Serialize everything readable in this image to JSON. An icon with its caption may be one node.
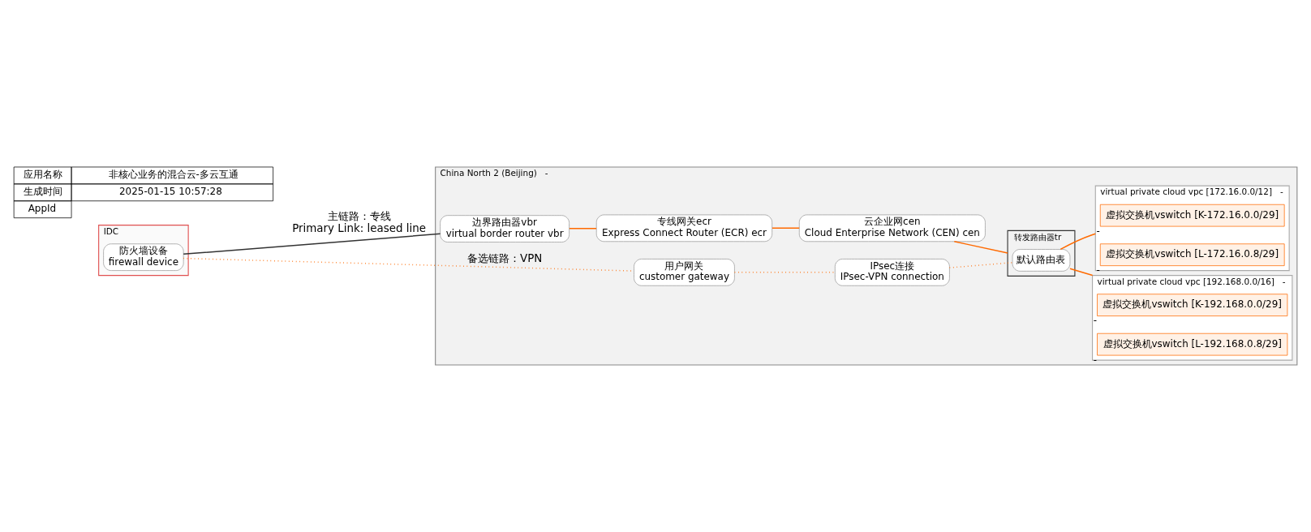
{
  "diagram": {
    "nodes": [
      {
        "text": [
          "IDC"
        ]
      },
      {
        "text": [
          "防火墙设备",
          "firewall device"
        ],
        "in": 0
      },
      {
        "text": [
          "China North 2 (Beijing)"
        ],
        "beside": [
          "-"
        ]
      },
      {
        "text": [
          "用户网关",
          "customer gateway"
        ],
        "in": 2
      },
      {
        "text": [
          "IPsec连接",
          "IPsec-VPN connection"
        ],
        "in": 2
      },
      {
        "text": [
          "转发路由器tr"
        ],
        "in": 2
      },
      {
        "text": [
          "默认路由表"
        ],
        "in": 5
      },
      {
        "text": [
          "边界路由器vbr",
          "virtual border router vbr"
        ],
        "in": 2
      },
      {
        "text": [
          "专线网关ecr",
          "Express Connect Router (ECR) ecr"
        ],
        "in": 2
      },
      {
        "text": [
          "云企业网cen",
          "Cloud Enterprise Network (CEN) cen"
        ],
        "in": 2
      },
      {
        "text": [
          "virtual private cloud vpc [192.168.0.0/16]"
        ],
        "in": 2,
        "beside": [
          "-"
        ]
      },
      {
        "text": [
          "虚拟交换机vswitch [K-192.168.0.0/29]"
        ],
        "in": 10,
        "beside": [
          "-"
        ]
      },
      {
        "text": [
          "虚拟交换机vswitch [L-192.168.0.8/29]"
        ],
        "in": 10,
        "beside": [
          "-"
        ]
      },
      {
        "text": [
          "virtual private cloud vpc [172.16.0.0/12]"
        ],
        "in": 2,
        "beside": [
          "-"
        ]
      },
      {
        "text": [
          "虚拟交换机vswitch [K-172.16.0.0/29]"
        ],
        "in": 13,
        "beside": [
          "-"
        ]
      },
      {
        "text": [
          "虚拟交换机vswitch [L-172.16.0.8/29]"
        ],
        "in": 13,
        "beside": [
          "-"
        ]
      }
    ],
    "edges": [
      {
        "from": 1,
        "to": 3,
        "arrow": "none",
        "label": "备选链路：VPN",
        "style": "dashed"
      },
      {
        "from": 3,
        "to": 4,
        "arrow": "none",
        "style": "dashed"
      },
      {
        "from": 4,
        "to": 6,
        "arrow": "none",
        "style": "dashed"
      },
      {
        "from": 1,
        "to": 7,
        "arrow": "none",
        "label": "主链路：专线 Primary Link: leased line",
        "color": "#333333"
      },
      {
        "from": 7,
        "to": 8,
        "arrow": "none"
      },
      {
        "from": 8,
        "to": 9,
        "arrow": "none"
      },
      {
        "from": 9,
        "to": 5,
        "arrow": "none"
      },
      {
        "from": 6,
        "to": 10,
        "arrow": "none"
      },
      {
        "from": 6,
        "to": 13,
        "arrow": "none"
      }
    ],
    "labels": [
      "应用名称",
      "非核心业务的混合云-多云互通",
      "生成时间",
      "2025-01-15 10:57:28",
      "AppId"
    ]
  }
}
